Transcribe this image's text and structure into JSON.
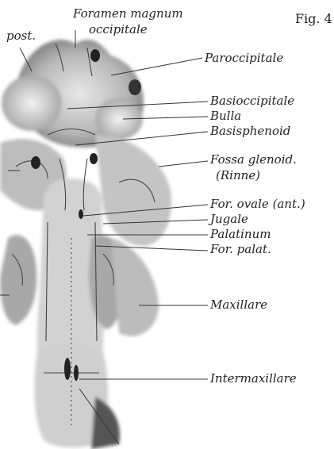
{
  "figure": {
    "number_label": "Fig. 4"
  },
  "labels": {
    "post": "post.",
    "foramen_magnum": "Foramen magnum",
    "occipitale": "occipitale",
    "paroccipitale": "Paroccipitale",
    "basioccipitale": "Basioccipitale",
    "bulla": "Bulla",
    "basisphenoid": "Basisphenoid",
    "fossa_glenoid": "Fossa glenoid.",
    "rinne": "(Rinne)",
    "for_ovale": "For. ovale (ant.)",
    "jugale": "Jugale",
    "palatinum": "Palatinum",
    "for_palat": "For. palat.",
    "maxillare": "Maxillare",
    "intermaxillare": "Intermaxillare"
  }
}
